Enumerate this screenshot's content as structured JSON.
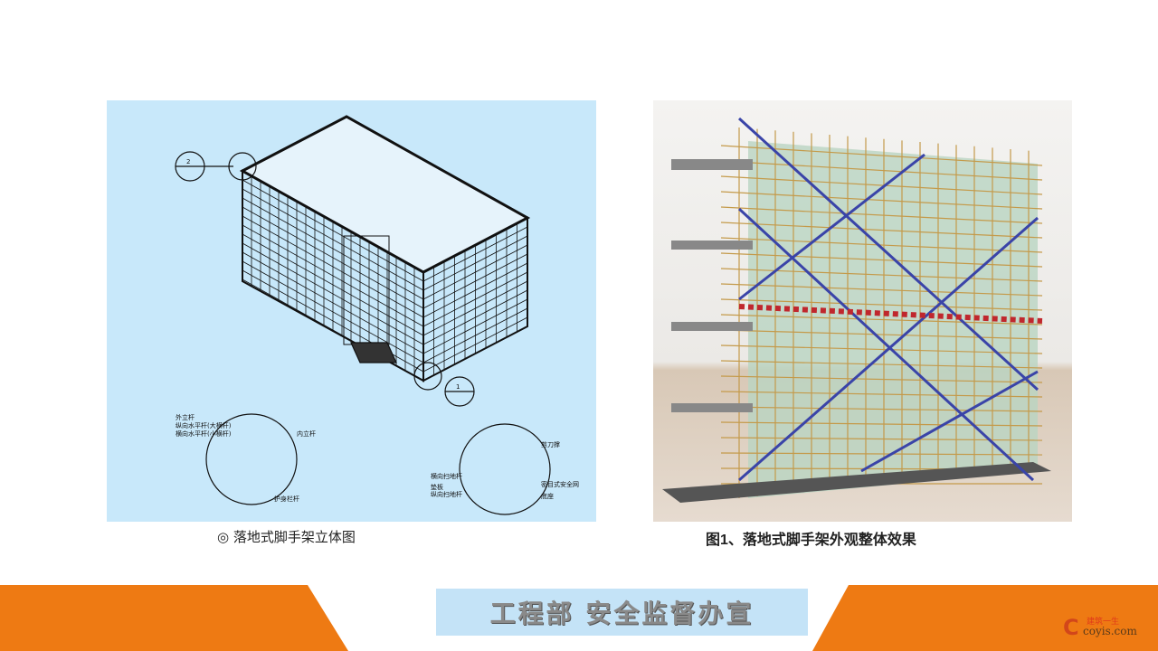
{
  "left_figure": {
    "caption": "◎ 落地式脚手架立体图",
    "callouts": [
      "2",
      "1"
    ],
    "detail_labels_top": [
      "外立杆",
      "纵向水平杆(大横杆)",
      "横向水平杆(小横杆)",
      "内立杆",
      "护身栏杆"
    ],
    "detail_labels_bottom": [
      "剪刀撑",
      "横向扫地杆",
      "垫板",
      "纵向扫地杆",
      "密目式安全网",
      "底座"
    ]
  },
  "right_figure": {
    "caption": "图1、落地式脚手架外观整体效果"
  },
  "footer": {
    "title": "工程部  安全监督办宣",
    "accent": "#ee7a13",
    "title_bg": "#c4e3f7"
  },
  "watermark": {
    "logo_letter": "C",
    "cn": "建筑一生",
    "site": "coyis.com"
  }
}
